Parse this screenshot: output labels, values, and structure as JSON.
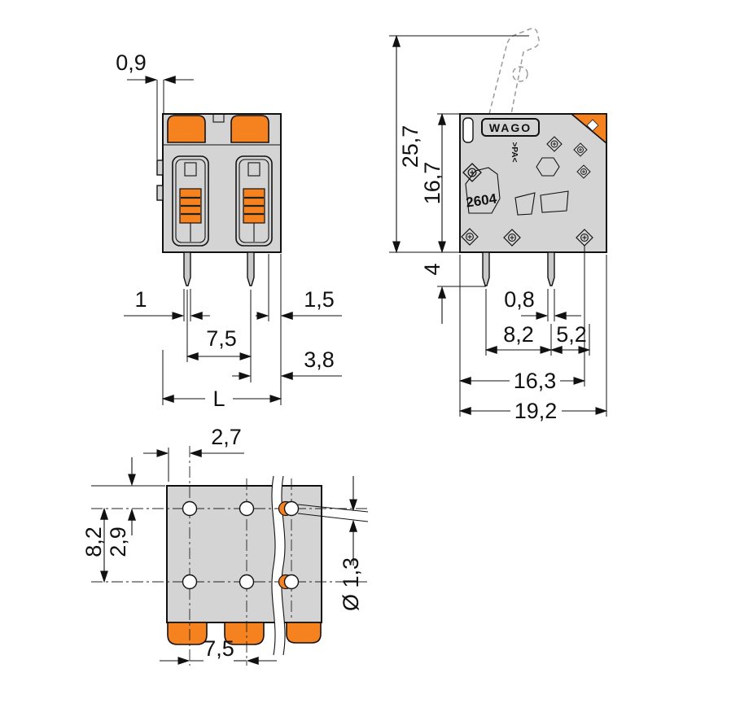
{
  "title": "Terminal block dimensional drawing",
  "colors": {
    "body": "#d4d4d4",
    "orange": "#f5821f",
    "line": "#111111",
    "background": "#ffffff"
  },
  "views": {
    "front": {
      "label": "front-view",
      "dims": {
        "d09": "0,9",
        "d1": "1",
        "d15": "1,5",
        "d75": "7,5",
        "d38": "3,8",
        "dL": "L"
      }
    },
    "side": {
      "label": "side-view",
      "brand": "WAGO",
      "model": "2604",
      "material_mark": ">PA<",
      "dims": {
        "d257": "25,7",
        "d167": "16,7",
        "d4": "4",
        "d08": "0,8",
        "d82": "8,2",
        "d52": "5,2",
        "d163": "16,3",
        "d192": "19,2"
      }
    },
    "footprint": {
      "label": "footprint-view",
      "dims": {
        "d27": "2,7",
        "d82": "8,2",
        "d29": "2,9",
        "d13": "Ø 1,3",
        "d75": "7,5"
      }
    }
  }
}
